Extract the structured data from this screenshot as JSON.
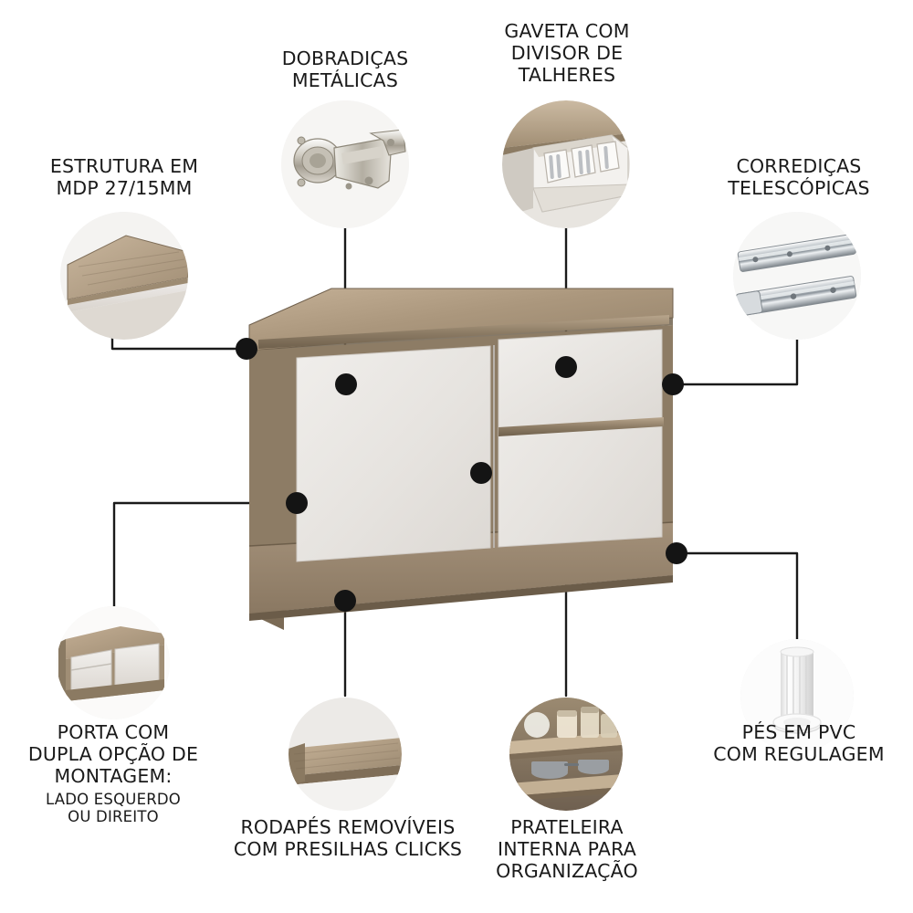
{
  "diagram": {
    "title_visible": false,
    "product": "armario-de-cozinha-balcao",
    "callouts": [
      {
        "id": "estrutura",
        "label": "ESTRUTURA EM\nMDP 27/15MM",
        "bubble": "corner-board-thickness-photo",
        "dot_label": "structure-dot"
      },
      {
        "id": "dobradicas",
        "label": "DOBRADIÇAS\nMETÁLICAS",
        "bubble": "metal-hinge-photo",
        "dot_label": "hinge-dot"
      },
      {
        "id": "gaveta",
        "label": "GAVETA COM\nDIVISOR DE\nTALHERES",
        "bubble": "cutlery-divider-drawer-photo",
        "dot_label": "drawer-dot"
      },
      {
        "id": "corredicas",
        "label": "CORREDIÇAS\nTELESCÓPICAS",
        "bubble": "telescopic-slide-photo",
        "dot_label": "slide-dot"
      },
      {
        "id": "porta",
        "label": "PORTA COM\nDUPLA OPÇÃO DE\nMONTAGEM:",
        "sublabel": "LADO ESQUERDO\nOU DIREITO",
        "bubble": "reversible-door-cabinet-photo",
        "dot_label": "door-dot"
      },
      {
        "id": "rodapes",
        "label": "RODAPÉS REMOVÍVEIS\nCOM PRESILHAS CLICKS",
        "bubble": "removable-plinth-photo",
        "dot_label": "plinth-dot"
      },
      {
        "id": "prateleira",
        "label": "PRATELEIRA\nINTERNA PARA\nORGANIZAÇÃO",
        "bubble": "internal-shelf-photo",
        "dot_label": "shelf-dot"
      },
      {
        "id": "pes",
        "label": "PÉS EM PVC\nCOM REGULAGEM",
        "bubble": "pvc-adjustable-foot-photo",
        "dot_label": "foot-dot"
      }
    ],
    "colors": {
      "text": "#1a1a1a",
      "line": "#1a1a1a",
      "dot": "#141414",
      "background": "#ffffff",
      "wood_light": "#b9a58e",
      "wood_dark": "#7d6b55",
      "panel_white": "#e9e6e2"
    }
  }
}
